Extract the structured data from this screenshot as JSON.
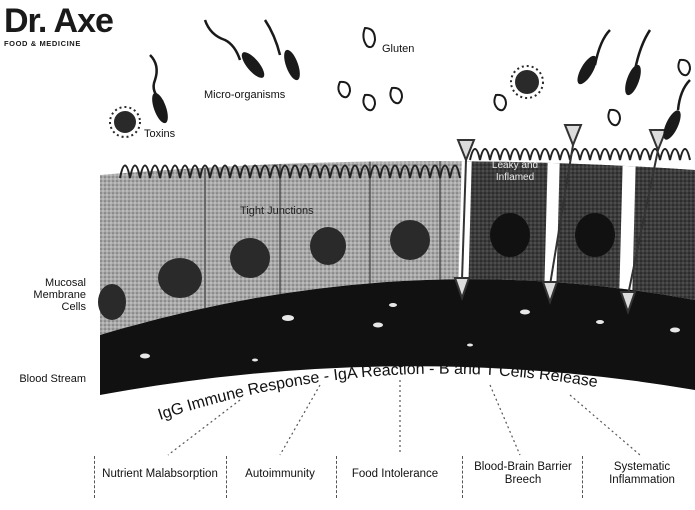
{
  "brand": {
    "name": "Dr. Axe",
    "tagline": "FOOD & MEDICINE"
  },
  "labels": {
    "micro_organisms": "Micro-organisms",
    "toxins": "Toxins",
    "gluten": "Gluten",
    "tight_junctions": "Tight Junctions",
    "leaky_gut": "Leaky and Inflamed",
    "mucosal_cells": "Mucosal Membrane Cells",
    "blood_stream": "Blood Stream",
    "immune_response": "IgG Immune Response - IgA Reaction - B and T Cells Release"
  },
  "outcomes": [
    "Nutrient Malabsorption",
    "Autoimmunity",
    "Food Intolerance",
    "Blood-Brain Barrier Breech",
    "Systematic Inflammation"
  ],
  "colors": {
    "blood_stream_band": "#111111",
    "healthy_cells": "#9a9a9a",
    "inflamed_cells": "#3a3a3a",
    "nucleus": "#2a2a2a"
  }
}
